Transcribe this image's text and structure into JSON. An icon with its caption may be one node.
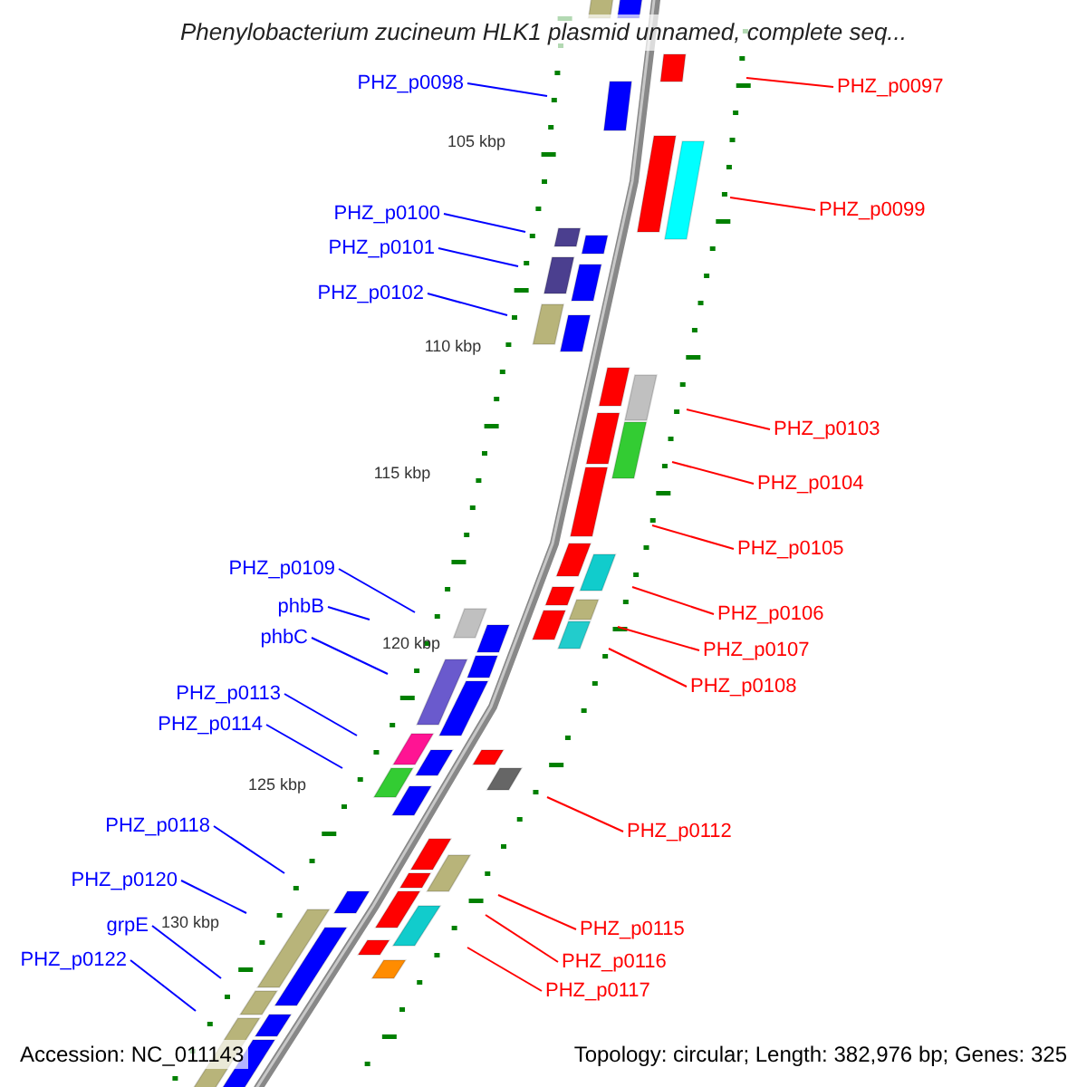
{
  "diagram": {
    "title": "Phenylobacterium zucineum HLK1 plasmid unnamed, complete seq...",
    "nodes": [
      {
        "text": [
          "PHZ_p0098"
        ]
      },
      {
        "text": [
          "PHZ_p0097"
        ]
      },
      {
        "text": [
          "PHZ_p0099"
        ]
      },
      {
        "text": [
          "PHZ_p0100"
        ]
      },
      {
        "text": [
          "PHZ_p0101"
        ]
      },
      {
        "text": [
          "PHZ_p0102"
        ]
      },
      {
        "text": [
          "PHZ_p0103"
        ]
      },
      {
        "text": [
          "PHZ_p0104"
        ]
      },
      {
        "text": [
          "PHZ_p0105"
        ]
      },
      {
        "text": [
          "PHZ_p0109"
        ]
      },
      {
        "text": [
          "phbB"
        ]
      },
      {
        "text": [
          "PHZ_p0106"
        ]
      },
      {
        "text": [
          "phbC"
        ]
      },
      {
        "text": [
          "PHZ_p0107"
        ]
      },
      {
        "text": [
          "PHZ_p0108"
        ]
      },
      {
        "text": [
          "PHZ_p0113"
        ]
      },
      {
        "text": [
          "PHZ_p0114"
        ]
      },
      {
        "text": [
          "PHZ_p0118"
        ]
      },
      {
        "text": [
          "PHZ_p0112"
        ]
      },
      {
        "text": [
          "PHZ_p0120"
        ]
      },
      {
        "text": [
          "grpE"
        ]
      },
      {
        "text": [
          "PHZ_p0115"
        ]
      },
      {
        "text": [
          "PHZ_p0122"
        ]
      },
      {
        "text": [
          "PHZ_p0116"
        ]
      },
      {
        "text": [
          "PHZ_p0117"
        ]
      }
    ],
    "edges": [
      {
        "from": 0,
        "to": null,
        "arrow": "none"
      },
      {
        "from": 1,
        "to": null,
        "arrow": "none",
        "color": "#ff0000"
      },
      {
        "from": 2,
        "to": null,
        "arrow": "none",
        "color": "#ff0000"
      },
      {
        "from": 3,
        "to": null,
        "arrow": "none"
      },
      {
        "from": 4,
        "to": null,
        "arrow": "none"
      },
      {
        "from": 5,
        "to": null,
        "arrow": "none"
      },
      {
        "from": 6,
        "to": null,
        "arrow": "none",
        "color": "#ff0000"
      },
      {
        "from": 7,
        "to": null,
        "arrow": "none",
        "color": "#ff0000"
      },
      {
        "from": 8,
        "to": null,
        "arrow": "none",
        "color": "#ff0000"
      },
      {
        "from": 9,
        "to": null,
        "arrow": "none"
      },
      {
        "from": 10,
        "to": null,
        "arrow": "none"
      },
      {
        "from": 11,
        "to": null,
        "arrow": "none",
        "color": "#ff0000"
      },
      {
        "from": 12,
        "to": null,
        "arrow": "none"
      },
      {
        "from": 13,
        "to": null,
        "arrow": "none",
        "color": "#ff0000"
      },
      {
        "from": 14,
        "to": null,
        "arrow": "none",
        "color": "#ff0000"
      },
      {
        "from": 15,
        "to": null,
        "arrow": "none"
      },
      {
        "from": 16,
        "to": null,
        "arrow": "none"
      },
      {
        "from": 17,
        "to": null,
        "arrow": "none"
      },
      {
        "from": 18,
        "to": null,
        "arrow": "none",
        "color": "#ff0000"
      },
      {
        "from": 19,
        "to": null,
        "arrow": "none"
      },
      {
        "from": 20,
        "to": null,
        "arrow": "none"
      },
      {
        "from": 21,
        "to": null,
        "arrow": "none",
        "color": "#ff0000"
      },
      {
        "from": 22,
        "to": null,
        "arrow": "none"
      },
      {
        "from": 23,
        "to": null,
        "arrow": "none",
        "color": "#ff0000"
      },
      {
        "from": 24,
        "to": null,
        "arrow": "none",
        "color": "#ff0000"
      }
    ],
    "labels": [
      "105 kbp",
      "110 kbp",
      "115 kbp",
      "120 kbp",
      "125 kbp",
      "130 kbp",
      "Accession: NC_011143",
      "Topology: circular; Length: 382,976 bp; Genes: 325"
    ]
  }
}
